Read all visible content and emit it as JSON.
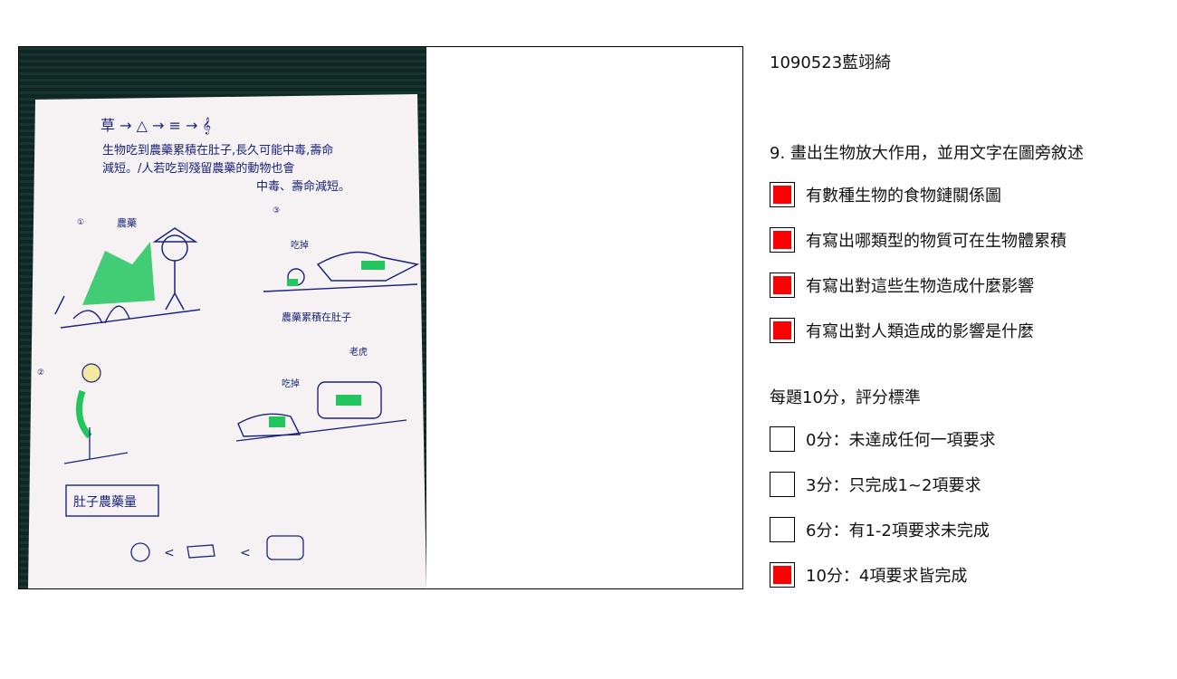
{
  "header": {
    "student_id": "1090523藍翊綺"
  },
  "question": {
    "text": "9. 畫出生物放大作用，並用文字在圖旁敘述"
  },
  "criteria": [
    {
      "label": "有數種生物的食物鏈關係圖",
      "checked": true
    },
    {
      "label": "有寫出哪類型的物質可在生物體累積",
      "checked": true
    },
    {
      "label": "有寫出對這些生物造成什麼影響",
      "checked": true
    },
    {
      "label": "有寫出對人類造成的影響是什麼",
      "checked": true
    }
  ],
  "scoring": {
    "heading": "每題10分，評分標準",
    "options": [
      {
        "label": "0分：未達成任何一項要求",
        "checked": false
      },
      {
        "label": "3分：只完成1~2項要求",
        "checked": false
      },
      {
        "label": "6分：有1-2項要求未完成",
        "checked": false
      },
      {
        "label": "10分：4項要求皆完成",
        "checked": true
      }
    ]
  },
  "photo": {
    "handwriting": {
      "line1": "草 → △ → ≡ → 𝄞",
      "line2": "生物吃到農藥累積在肚子,長久可能中毒,壽命",
      "line3": "減短。/人若吃到殘留農藥的動物也會",
      "line4": "中毒、壽命減短。",
      "label_pesticide": "農藥",
      "label_eat": "吃掉",
      "label_accum": "農藥累積在肚子",
      "label_tiger": "老虎",
      "label_eat2": "吃掉",
      "label_box": "肚子農藥量",
      "compare": "< <"
    }
  },
  "colors": {
    "checked": "#ff0000",
    "ink": "#1a237e",
    "green": "#22c55e"
  }
}
